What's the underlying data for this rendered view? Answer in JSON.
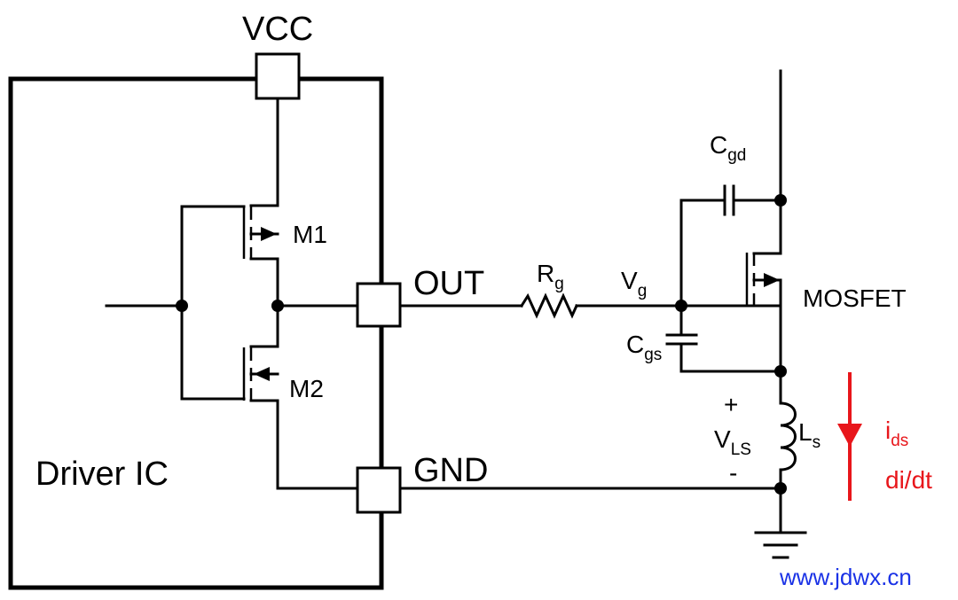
{
  "labels": {
    "vcc": "VCC",
    "out": "OUT",
    "gnd": "GND",
    "driver_ic": "Driver IC",
    "m1": "M1",
    "m2": "M2",
    "rg_main": "R",
    "rg_sub": "g",
    "vg_main": "V",
    "vg_sub": "g",
    "cgd_main": "C",
    "cgd_sub": "gd",
    "cgs_main": "C",
    "cgs_sub": "gs",
    "mosfet": "MOSFET",
    "plus": "+",
    "minus": "-",
    "vls_main": "V",
    "vls_sub": "LS",
    "ls_main": "L",
    "ls_sub": "s",
    "ids_main": "i",
    "ids_sub": "ds",
    "didt": "di/dt",
    "watermark": "www.jdwx.cn"
  },
  "colors": {
    "current_annotation": "#e8161b",
    "watermark": "#1a32e6",
    "wire": "#000000"
  }
}
